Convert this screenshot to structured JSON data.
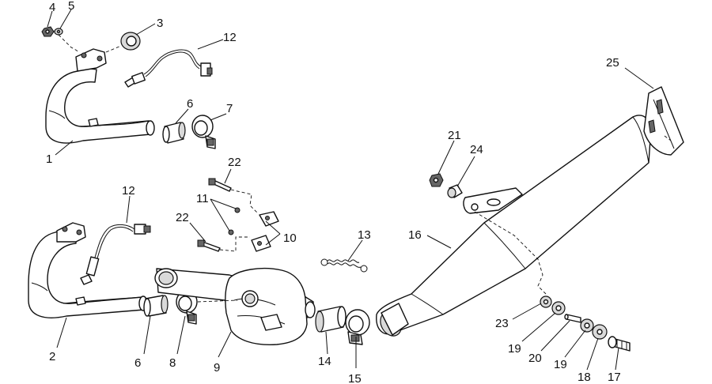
{
  "callouts": {
    "c1": "1",
    "c2": "2",
    "c3": "3",
    "c4": "4",
    "c5": "5",
    "c6a": "6",
    "c6b": "6",
    "c7": "7",
    "c8": "8",
    "c9": "9",
    "c10": "10",
    "c11": "11",
    "c12a": "12",
    "c12b": "12",
    "c13": "13",
    "c14": "14",
    "c15": "15",
    "c16": "16",
    "c17": "17",
    "c18": "18",
    "c19a": "19",
    "c19b": "19",
    "c20": "20",
    "c21": "21",
    "c22a": "22",
    "c22b": "22",
    "c23": "23",
    "c24": "24",
    "c25": "25"
  }
}
